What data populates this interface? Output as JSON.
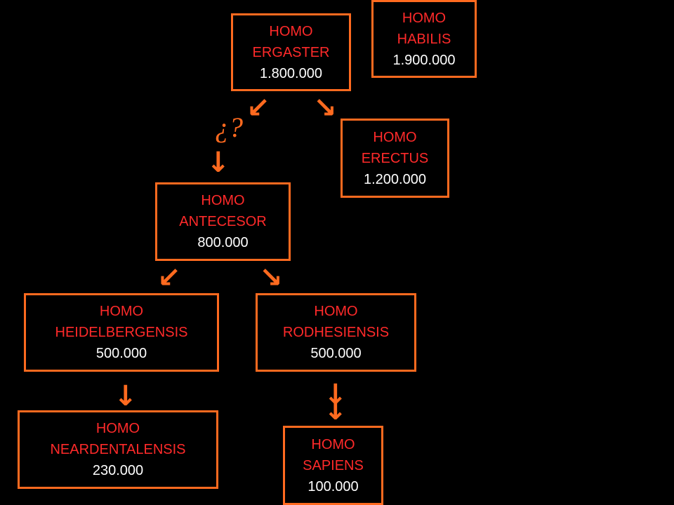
{
  "nodes": {
    "habilis": {
      "genus": "HOMO",
      "species": "HABILIS",
      "years": "1.900.000"
    },
    "ergaster": {
      "genus": "HOMO",
      "species": "ERGASTER",
      "years": "1.800.000"
    },
    "erectus": {
      "genus": "HOMO",
      "species": "ERECTUS",
      "years": "1.200.000"
    },
    "antecesor": {
      "genus": "HOMO",
      "species": "ANTECESOR",
      "years": "800.000"
    },
    "heidelbergensis": {
      "genus": "HOMO",
      "species": "HEIDELBERGENSIS",
      "years": "500.000"
    },
    "rodhesiensis": {
      "genus": "HOMO",
      "species": "RODHESIENSIS",
      "years": "500.000"
    },
    "neardentalensis": {
      "genus": "HOMO",
      "species": "NEARDENTALENSIS",
      "years": "230.000"
    },
    "sapiens": {
      "genus": "HOMO",
      "species": "SAPIENS",
      "years": "100.000"
    }
  },
  "uncertainty_mark": "¿?",
  "colors": {
    "background": "#000000",
    "border": "#ff6a1f",
    "name_text": "#ff2a2a",
    "years_text": "#ffffff",
    "arrows": "#ff6a1f"
  },
  "icons": {
    "arrow_down_left": "down-left-arrow-icon",
    "arrow_down_right": "down-right-arrow-icon",
    "arrow_down": "down-arrow-icon"
  }
}
